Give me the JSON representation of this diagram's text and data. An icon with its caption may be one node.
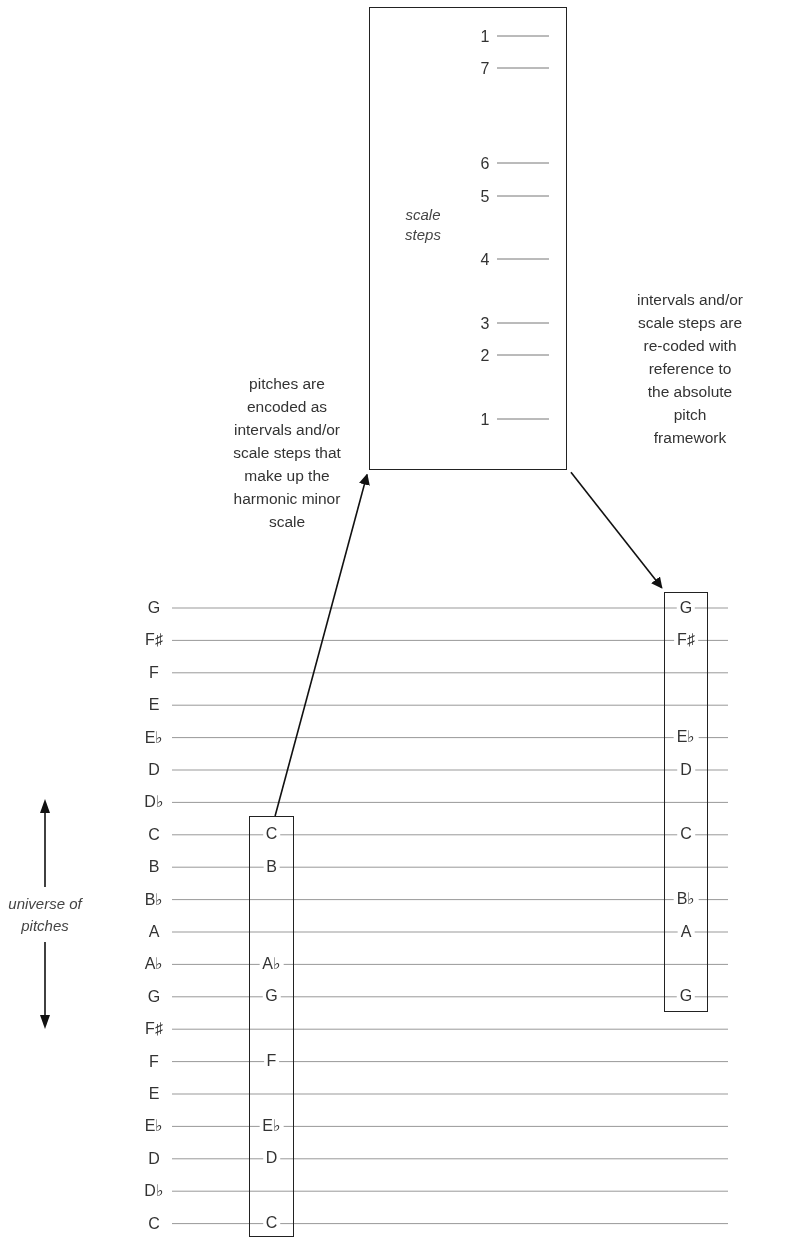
{
  "diagram": {
    "nodes": [
      {
        "text": [
          "scale steps",
          "1",
          "7",
          "6",
          "5",
          "4",
          "3",
          "2",
          "1"
        ]
      },
      {
        "text": [
          "C",
          "B",
          "A♭",
          "G",
          "F",
          "E♭",
          "D",
          "C"
        ]
      },
      {
        "text": [
          "G",
          "F♯",
          "E♭",
          "D",
          "C",
          "B♭",
          "A",
          "G"
        ]
      }
    ],
    "edges": [
      {
        "from": 1,
        "to": 0,
        "arrow": "to",
        "label": "pitches are encoded as intervals and/or scale steps that make up the harmonic minor scale"
      },
      {
        "from": 0,
        "to": 2,
        "arrow": "to",
        "label": "intervals and/or scale steps are re-coded with reference to the absolute pitch framework"
      }
    ],
    "labels": [
      "G",
      "F♯",
      "F",
      "E",
      "E♭",
      "D",
      "D♭",
      "C",
      "B",
      "B♭",
      "A",
      "A♭",
      "G",
      "F♯",
      "F",
      "E",
      "E♭",
      "D",
      "D♭",
      "C",
      "universe of pitches"
    ]
  }
}
